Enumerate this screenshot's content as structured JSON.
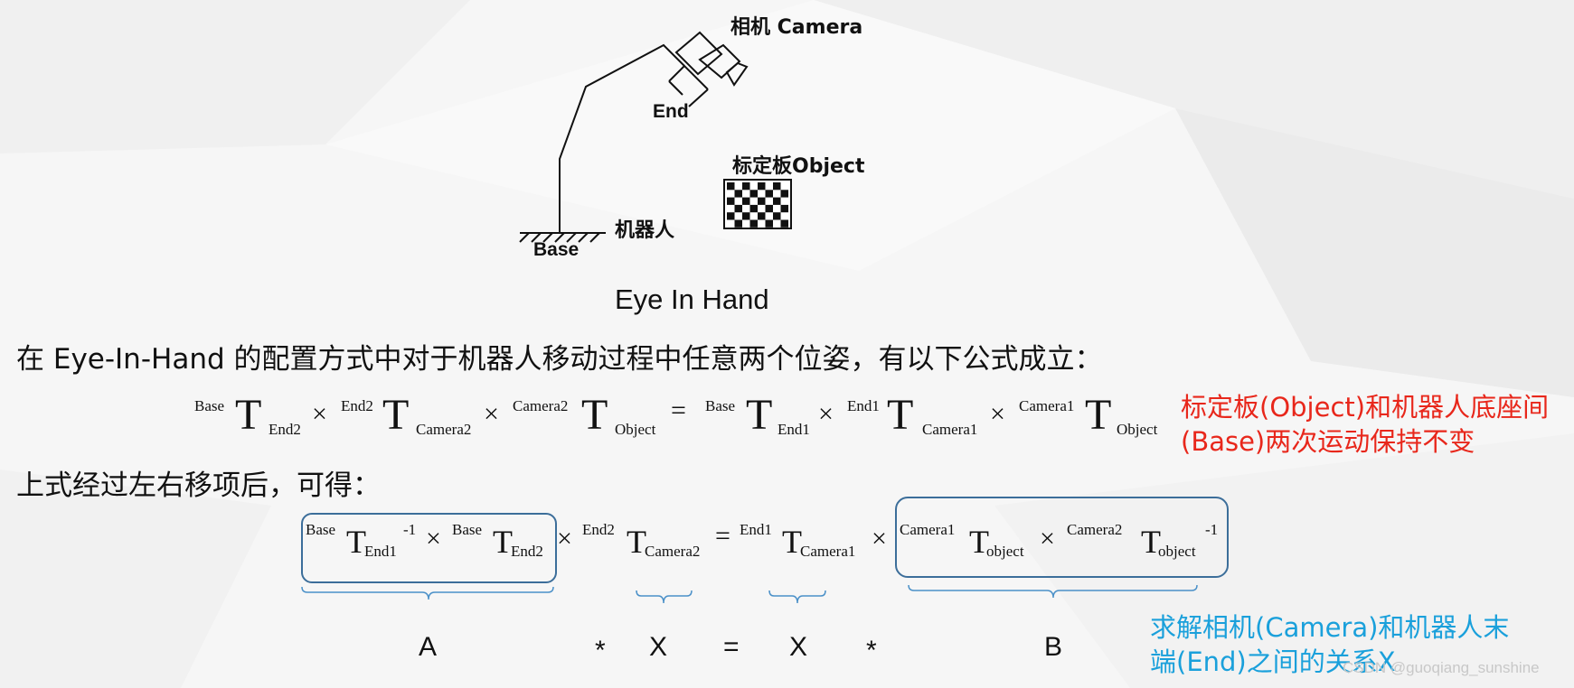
{
  "diagram": {
    "camera_label": "相机 Camera",
    "end_label": "End",
    "object_label": "标定板Object",
    "robot_label": "机器人",
    "base_label": "Base",
    "title": "Eye In Hand"
  },
  "text": {
    "intro": "在 Eye-In-Hand 的配置方式中对于机器人移动过程中任意两个位姿，有以下公式成立：",
    "after": "上式经过左右移项后，可得："
  },
  "formula1": {
    "t": "T",
    "b1": "Base",
    "s1": "End2",
    "b2": "End2",
    "s2": "Camera2",
    "b3": "Camera2",
    "s3": "Object",
    "b4": "Base",
    "s4": "End1",
    "b5": "End1",
    "s5": "Camera1",
    "b6": "Camera1",
    "s6": "Object",
    "times": "×",
    "eq": "="
  },
  "formula2": {
    "t": "T",
    "b1": "Base",
    "s1": "End1",
    "inv1": "-1",
    "b2": "Base",
    "s2": "End2",
    "b3": "End2",
    "s3": "Camera2",
    "b4": "End1",
    "s4": "Camera1",
    "b5": "Camera1",
    "s5": "object",
    "b6": "Camera2",
    "s6": "object",
    "inv2": "-1",
    "times": "×",
    "eq": "="
  },
  "annotations": {
    "red_line1": "标定板(Object)和机器人底座间",
    "red_line2": "(Base)两次运动保持不变",
    "blue_line1": "求解相机(Camera)和机器人末",
    "blue_line2": "端(End)之间的关系X"
  },
  "bottom_equation": {
    "A": "A",
    "star1": "*",
    "X1": "X",
    "eq": "=",
    "X2": "X",
    "star2": "*",
    "B": "B"
  },
  "watermark": "CSDN @guoqiang_sunshine",
  "colors": {
    "red": "#e8271b",
    "blue": "#1aa0db",
    "box_border": "#3c6e9a",
    "brace": "#4a90c8"
  }
}
